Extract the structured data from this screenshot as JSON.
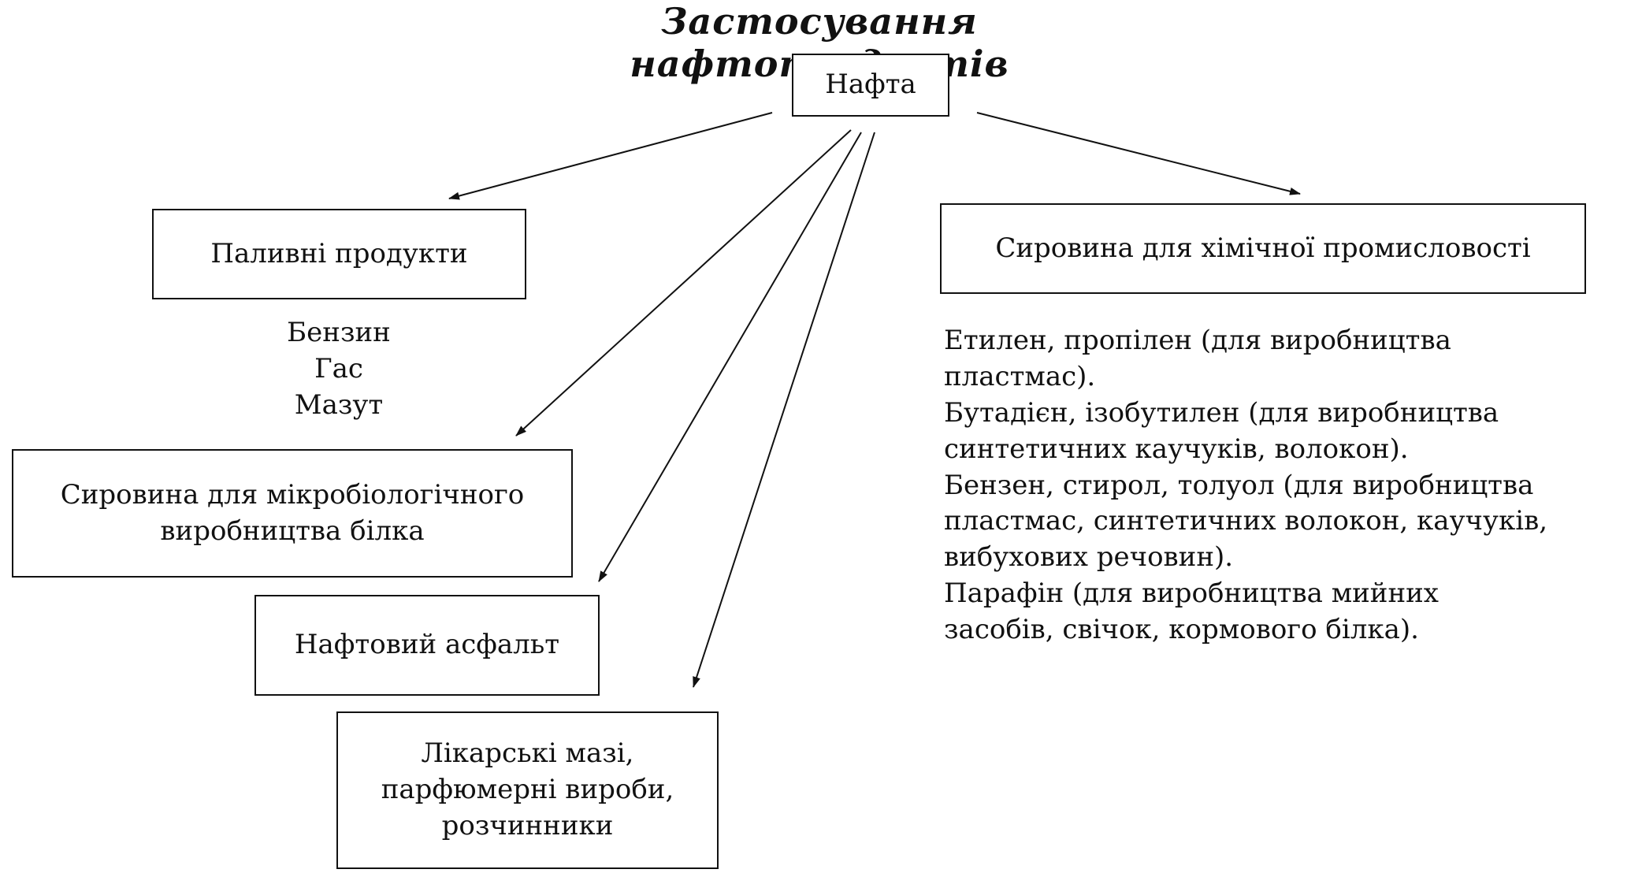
{
  "title": "Застосування нафтопродуктів",
  "root": "Нафта",
  "fuel": {
    "label": "Паливні продукти",
    "items": [
      "Бензин",
      "Гас",
      "Мазут"
    ]
  },
  "chemical": {
    "label": "Сировина для хімічної промисловості",
    "lines": [
      "Етилен, пропілен (для виробництва",
      "пластмас).",
      "Бутадієн, ізобутилен (для виробництва",
      "синтетичних каучуків, волокон).",
      "Бензен, стирол, толуол (для виробництва",
      "пластмас, синтетичних волокон, каучуків,",
      "вибухових речовин).",
      "Парафін (для виробництва мийних",
      "засобів, свічок, кормового білка)."
    ]
  },
  "microbio": {
    "line1": "Сировина для мікробіологічного",
    "line2": "виробництва білка"
  },
  "asphalt": "Нафтовий асфальт",
  "medicine": {
    "line1": "Лікарські мазі,",
    "line2": "парфюмерні вироби,",
    "line3": "розчинники"
  }
}
